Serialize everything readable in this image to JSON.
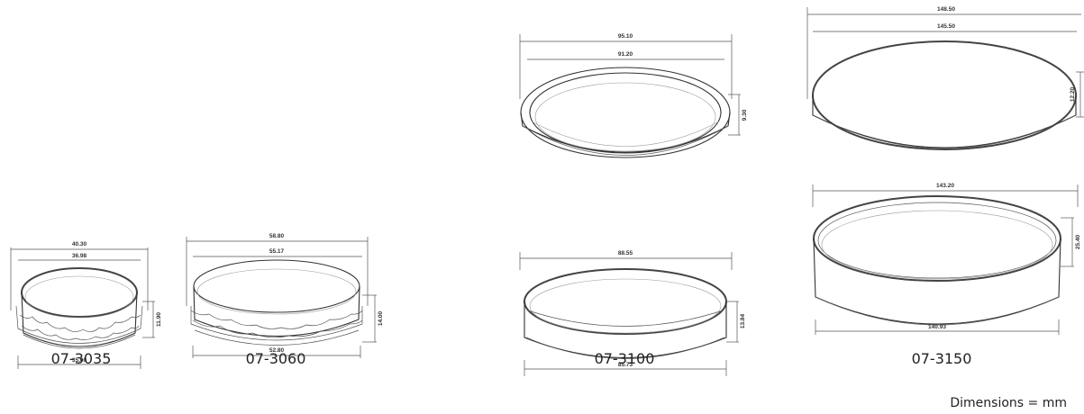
{
  "products": [
    {
      "part_number": "07-3035",
      "dimensions": {
        "outer_top": "40.30",
        "inner_top": "36.98",
        "height": "11.90",
        "bottom": "35.00"
      }
    },
    {
      "part_number": "07-3060",
      "dimensions": {
        "outer_top": "58.80",
        "inner_top": "55.17",
        "height": "14.00",
        "bottom": "52.80"
      }
    },
    {
      "part_number": "07-3100",
      "lid_dimensions": {
        "outer_top": "95.10",
        "inner_top": "91.20",
        "height": "9.30"
      },
      "base_dimensions": {
        "top": "88.55",
        "height": "13.84",
        "bottom": "85.73"
      }
    },
    {
      "part_number": "07-3150",
      "lid_dimensions": {
        "outer_top": "148.50",
        "inner_top": "145.50",
        "height": "12.20"
      },
      "base_dimensions": {
        "top": "143.20",
        "height": "25.40",
        "bottom": "140.93"
      }
    }
  ],
  "footnote": "Dimensions = mm"
}
